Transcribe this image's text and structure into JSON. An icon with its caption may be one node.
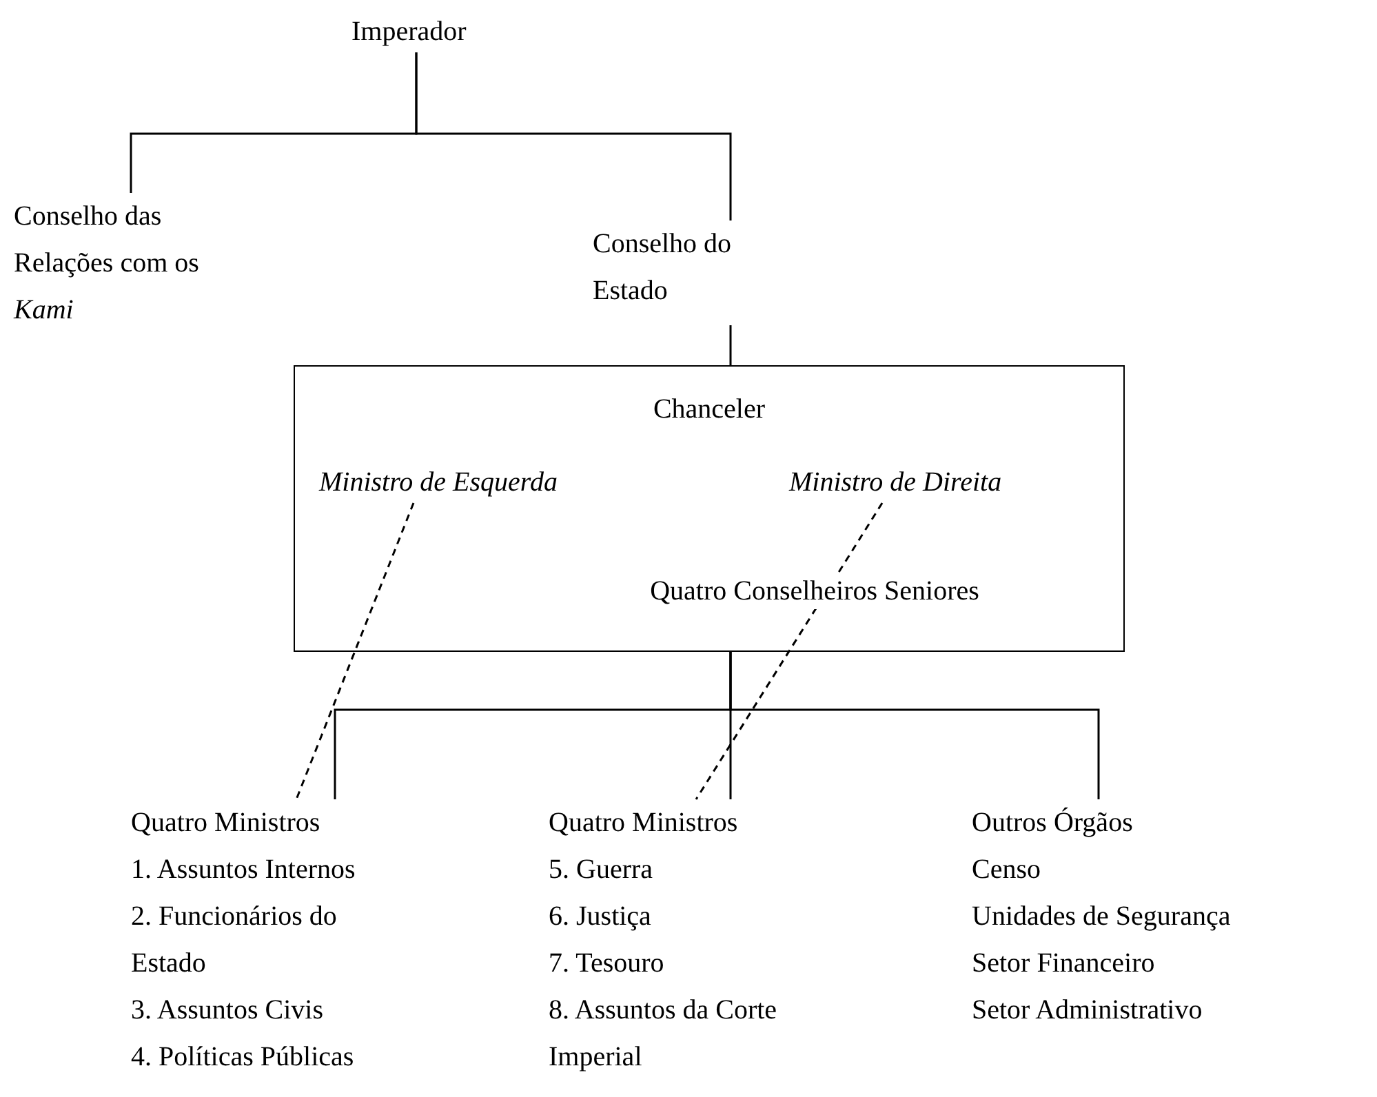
{
  "diagram": {
    "nodes": [
      {
        "text": [
          "Imperador"
        ]
      },
      {
        "text": [
          "Conselho das Relações com os *Kami*"
        ]
      },
      {
        "text": [
          "Conselho do Estado"
        ]
      },
      {
        "text": [
          "Chanceler",
          "Quatro Conselheiros Seniores"
        ]
      },
      {
        "text": [
          "Ministro de Esquerda"
        ],
        "in": 3
      },
      {
        "text": [
          "Ministro de Direita"
        ],
        "in": 3
      },
      {
        "text": [
          "Quatro Ministros",
          "1. Assuntos Internos",
          "2. Funcionários do Estado",
          "3. Assuntos Civis",
          "4. Políticas Públicas"
        ]
      },
      {
        "text": [
          "Quatro Ministros",
          "5. Guerra",
          "6. Justiça",
          "7. Tesouro",
          "8. Assuntos da Corte Imperial"
        ]
      },
      {
        "text": [
          "Outros Órgãos",
          "Censo",
          "Unidades de Segurança",
          "Setor Financeiro",
          "Setor Administrativo"
        ]
      }
    ],
    "edges": [
      {
        "from": 0,
        "to": 1,
        "arrow": "none"
      },
      {
        "from": 0,
        "to": 2,
        "arrow": "none"
      },
      {
        "from": 2,
        "to": 3,
        "arrow": "none"
      },
      {
        "from": 3,
        "to": 6,
        "arrow": "none"
      },
      {
        "from": 3,
        "to": 7,
        "arrow": "none"
      },
      {
        "from": 3,
        "to": 8,
        "arrow": "none"
      },
      {
        "from": 4,
        "to": 6,
        "arrow": "none",
        "style": "dashed"
      },
      {
        "from": 5,
        "to": 7,
        "arrow": "none",
        "style": "dashed"
      }
    ]
  }
}
